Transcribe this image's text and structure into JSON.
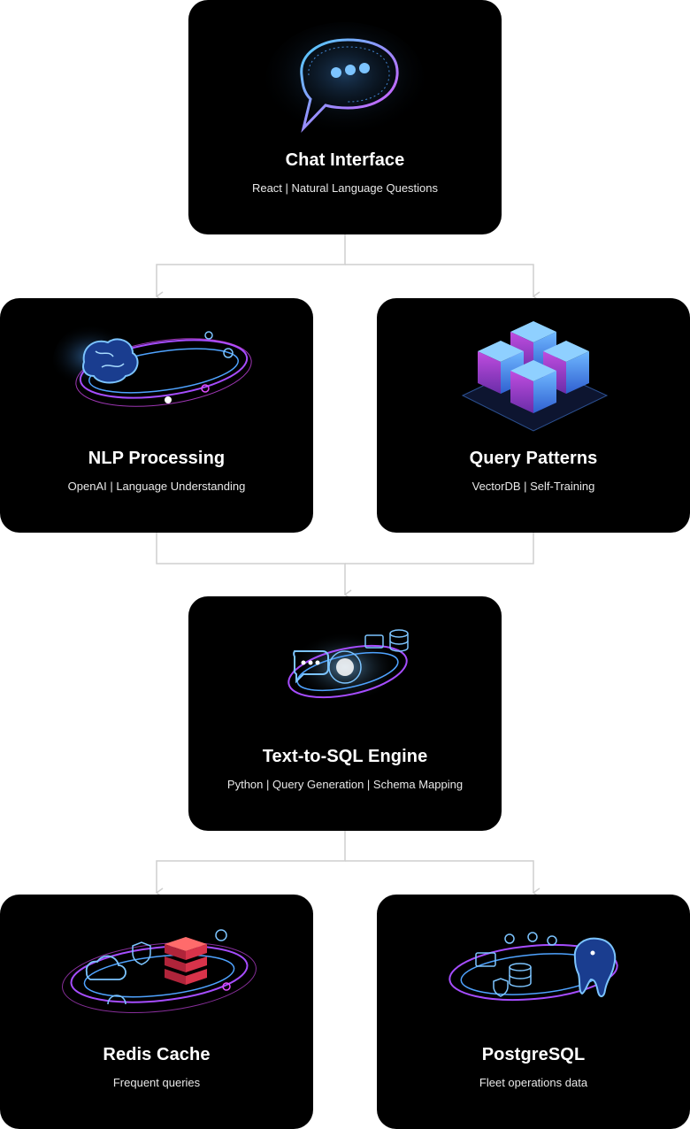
{
  "nodes": [
    {
      "id": "chat",
      "title": "Chat Interface",
      "subtitle": "React | Natural Language Questions",
      "icon": "chat-bubble-icon"
    },
    {
      "id": "nlp",
      "title": "NLP Processing",
      "subtitle": "OpenAI | Language Understanding",
      "icon": "brain-orbit-icon"
    },
    {
      "id": "patterns",
      "title": "Query Patterns",
      "subtitle": "VectorDB | Self-Training",
      "icon": "server-cubes-icon"
    },
    {
      "id": "engine",
      "title": "Text-to-SQL Engine",
      "subtitle": "Python | Query Generation | Schema Mapping",
      "icon": "chat-to-database-icon"
    },
    {
      "id": "redis",
      "title": "Redis Cache",
      "subtitle": "Frequent queries",
      "icon": "redis-stack-icon"
    },
    {
      "id": "postgres",
      "title": "PostgreSQL",
      "subtitle": "Fleet operations data",
      "icon": "postgres-elephant-icon"
    }
  ],
  "edges": [
    {
      "from": "chat",
      "to": "nlp"
    },
    {
      "from": "chat",
      "to": "patterns"
    },
    {
      "from": "nlp",
      "to": "engine"
    },
    {
      "from": "patterns",
      "to": "engine"
    },
    {
      "from": "engine",
      "to": "redis"
    },
    {
      "from": "engine",
      "to": "postgres"
    }
  ],
  "colors": {
    "card_background": "#000000",
    "connector": "#cfcfcf",
    "glow_blue": "#4fa3ff",
    "glow_purple": "#a64dff",
    "glow_pink": "#e04dff"
  }
}
